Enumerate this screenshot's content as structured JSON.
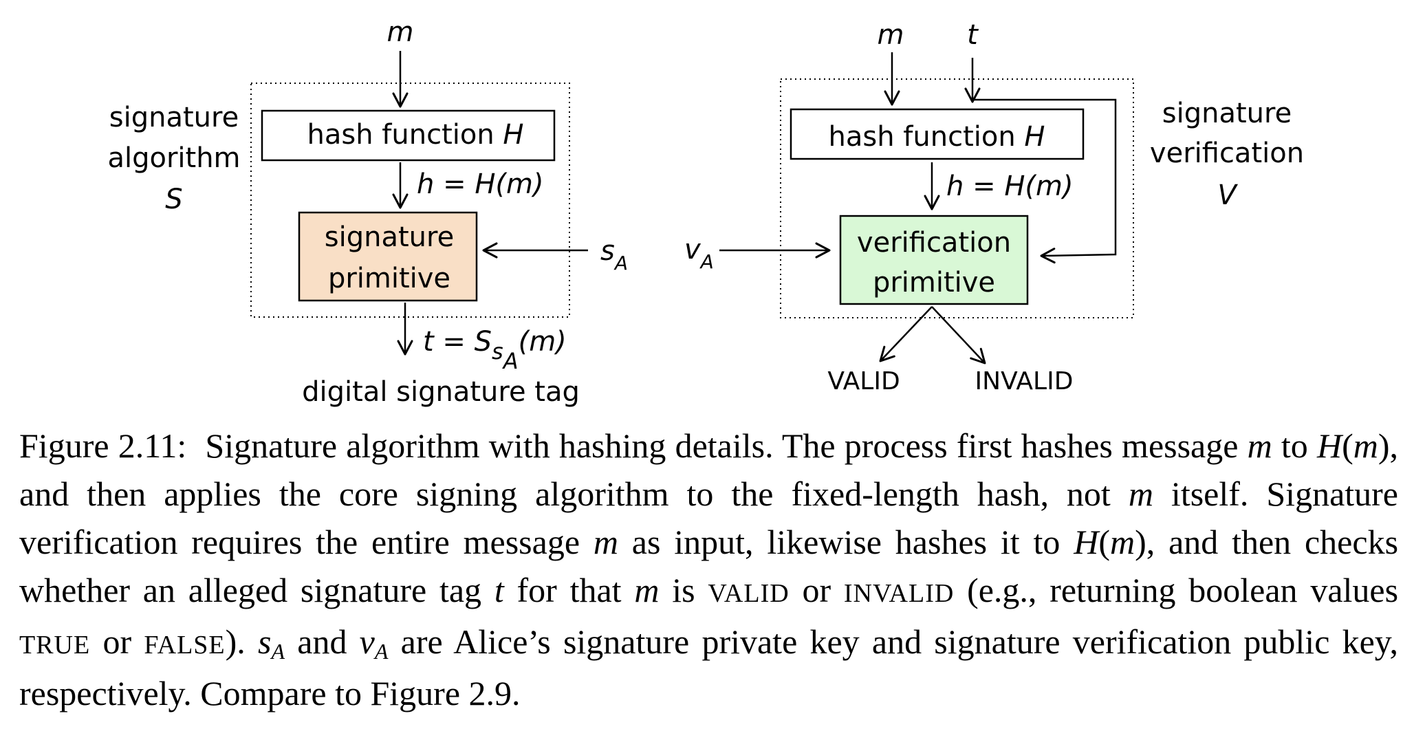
{
  "left_diagram": {
    "input_label": "m",
    "side_label": {
      "line1": "signature",
      "line2": "algorithm",
      "symbol": "S"
    },
    "hash_box": {
      "text": "hash function ",
      "symbol": "H"
    },
    "hash_output": {
      "h": "h",
      "eq": " = ",
      "expr": "H(m)"
    },
    "primitive_box": {
      "line1": "signature",
      "line2": "primitive",
      "fill": "#f9dfc6"
    },
    "key_label": {
      "base": "s",
      "sub": "A"
    },
    "output_label": {
      "t": "t",
      "eq": " = ",
      "S": "S",
      "sub1": "s",
      "sub2": "A",
      "arg": "(m)"
    },
    "output_caption": "digital signature tag"
  },
  "right_diagram": {
    "input_m": "m",
    "input_t": "t",
    "side_label": {
      "line1": "signature",
      "line2": "verification",
      "symbol": "V"
    },
    "hash_box": {
      "text": "hash function ",
      "symbol": "H"
    },
    "hash_output": {
      "h": "h",
      "eq": " = ",
      "expr": "H(m)"
    },
    "primitive_box": {
      "line1": "verification",
      "line2": "primitive",
      "fill": "#d9f8d6"
    },
    "key_label": {
      "base": "v",
      "sub": "A"
    },
    "outcome_valid": "VALID",
    "outcome_invalid": "INVALID"
  },
  "caption": {
    "label": "Figure 2.11:",
    "t1": "Signature algorithm with hashing details. The process first hashes message",
    "m1": "m",
    "t2": "to",
    "h1": "H",
    "p1": "(",
    "m2": "m",
    "p2": ")",
    "t3": ", and then applies the core signing algorithm to the fixed-length hash, not",
    "m3": "m",
    "t4": "itself. Signature verification requires the entire message",
    "m4": "m",
    "t5": "as input, likewise hashes it to",
    "h2": "H",
    "p3": "(",
    "m5": "m",
    "p4": ")",
    "t6": ", and then checks whether an alleged signature tag",
    "tvar": "t",
    "t7": "for that",
    "m6": "m",
    "t8": "is",
    "sc_valid": "VALID",
    "t9": "or",
    "sc_invalid": "INVALID",
    "t10": "(e.g., returning boolean values",
    "sc_true": "TRUE",
    "t11": "or",
    "sc_false": "FALSE",
    "t12": ").",
    "s": "s",
    "s_sub": "A",
    "t13": "and",
    "v": "v",
    "v_sub": "A",
    "t14": "are Alice’s signature private key and signature verification public key, respectively. Compare to Figure 2.9."
  }
}
